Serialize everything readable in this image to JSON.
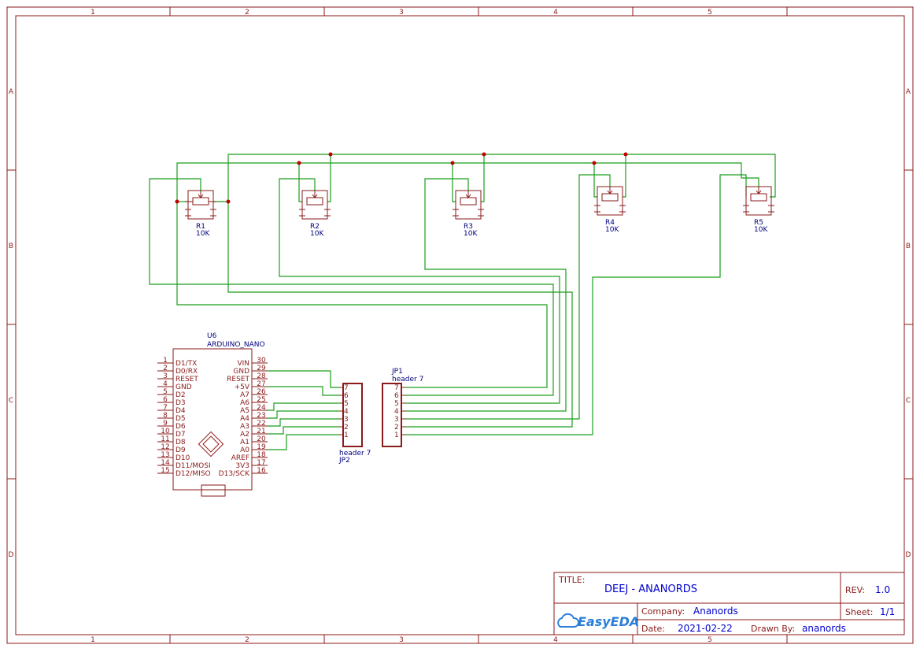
{
  "zones": {
    "columns": [
      "1",
      "2",
      "3",
      "4",
      "5"
    ],
    "rows": [
      "A",
      "B",
      "C",
      "D"
    ]
  },
  "title_block": {
    "title_label": "TITLE:",
    "title": "DEEJ - ANANORDS",
    "rev_label": "REV:",
    "rev": "1.0",
    "company_label": "Company:",
    "company": "Ananords",
    "sheet_label": "Sheet:",
    "sheet": "1/1",
    "date_label": "Date:",
    "date": "2021-02-22",
    "drawn_by_label": "Drawn By:",
    "drawn_by": "ananords",
    "logo_text": "EasyEDA"
  },
  "potentiometers": [
    {
      "ref": "R1",
      "value": "10K"
    },
    {
      "ref": "R2",
      "value": "10K"
    },
    {
      "ref": "R3",
      "value": "10K"
    },
    {
      "ref": "R4",
      "value": "10K"
    },
    {
      "ref": "R5",
      "value": "10K"
    }
  ],
  "arduino": {
    "ref": "U6",
    "name": "ARDUINO_NANO",
    "left_pins": [
      {
        "num": "1",
        "name": "D1/TX"
      },
      {
        "num": "2",
        "name": "D0/RX"
      },
      {
        "num": "3",
        "name": "RESET"
      },
      {
        "num": "4",
        "name": "GND"
      },
      {
        "num": "5",
        "name": "D2"
      },
      {
        "num": "6",
        "name": "D3"
      },
      {
        "num": "7",
        "name": "D4"
      },
      {
        "num": "8",
        "name": "D5"
      },
      {
        "num": "9",
        "name": "D6"
      },
      {
        "num": "10",
        "name": "D7"
      },
      {
        "num": "11",
        "name": "D8"
      },
      {
        "num": "12",
        "name": "D9"
      },
      {
        "num": "13",
        "name": "D10"
      },
      {
        "num": "14",
        "name": "D11/MOSI"
      },
      {
        "num": "15",
        "name": "D12/MISO"
      }
    ],
    "right_pins": [
      {
        "num": "30",
        "name": "VIN"
      },
      {
        "num": "29",
        "name": "GND"
      },
      {
        "num": "28",
        "name": "RESET"
      },
      {
        "num": "27",
        "name": "+5V"
      },
      {
        "num": "26",
        "name": "A7"
      },
      {
        "num": "25",
        "name": "A6"
      },
      {
        "num": "24",
        "name": "A5"
      },
      {
        "num": "23",
        "name": "A4"
      },
      {
        "num": "22",
        "name": "A3"
      },
      {
        "num": "21",
        "name": "A2"
      },
      {
        "num": "20",
        "name": "A1"
      },
      {
        "num": "19",
        "name": "A0"
      },
      {
        "num": "18",
        "name": "AREF"
      },
      {
        "num": "17",
        "name": "3V3"
      },
      {
        "num": "16",
        "name": "D13/SCK"
      }
    ]
  },
  "jp2": {
    "label": "header 7",
    "ref": "JP2",
    "pins": [
      "7",
      "6",
      "5",
      "4",
      "3",
      "2",
      "1"
    ]
  },
  "jp1": {
    "ref": "JP1",
    "label": "header 7",
    "pins": [
      "7",
      "6",
      "5",
      "4",
      "3",
      "2",
      "1"
    ]
  },
  "colors": {
    "part": "#8b1a1a",
    "wire": "#1b9e1b",
    "ref_text": "#00007f",
    "junction": "#c00000",
    "logo": "#2b7fd8"
  }
}
